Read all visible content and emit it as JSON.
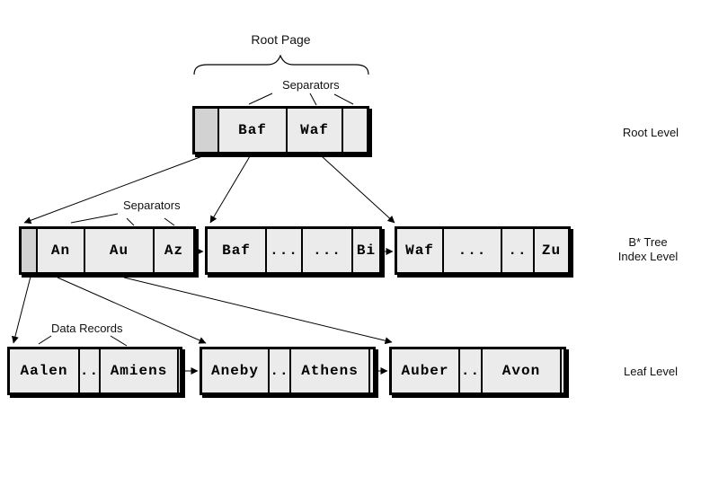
{
  "labels": {
    "root_page": "Root Page",
    "separators_root": "Separators",
    "separators_index": "Separators",
    "data_records": "Data Records",
    "root_level": "Root Level",
    "index_level_line1": "B* Tree",
    "index_level_line2": "Index Level",
    "leaf_level": "Leaf Level"
  },
  "nodes": {
    "root": {
      "cells": [
        "",
        "Baf",
        "Waf",
        ""
      ]
    },
    "index_left": {
      "cells": [
        "",
        "An",
        "Au",
        "Az"
      ]
    },
    "index_middle": {
      "cells": [
        "Baf",
        "...",
        "...",
        "Bi"
      ]
    },
    "index_right": {
      "cells": [
        "Waf",
        "...",
        "..",
        "Zu"
      ]
    },
    "leaf_1": {
      "cells": [
        "Aalen",
        "..",
        "Amiens",
        ""
      ]
    },
    "leaf_2": {
      "cells": [
        "Aneby",
        "..",
        "Athens",
        ""
      ]
    },
    "leaf_3": {
      "cells": [
        "Auber",
        "..",
        "Avon",
        ""
      ]
    }
  },
  "colors": {
    "background": "#ffffff",
    "cell_fill": "#ebebeb",
    "pointer_cell_fill": "#d2d2d2",
    "line": "#000000"
  }
}
